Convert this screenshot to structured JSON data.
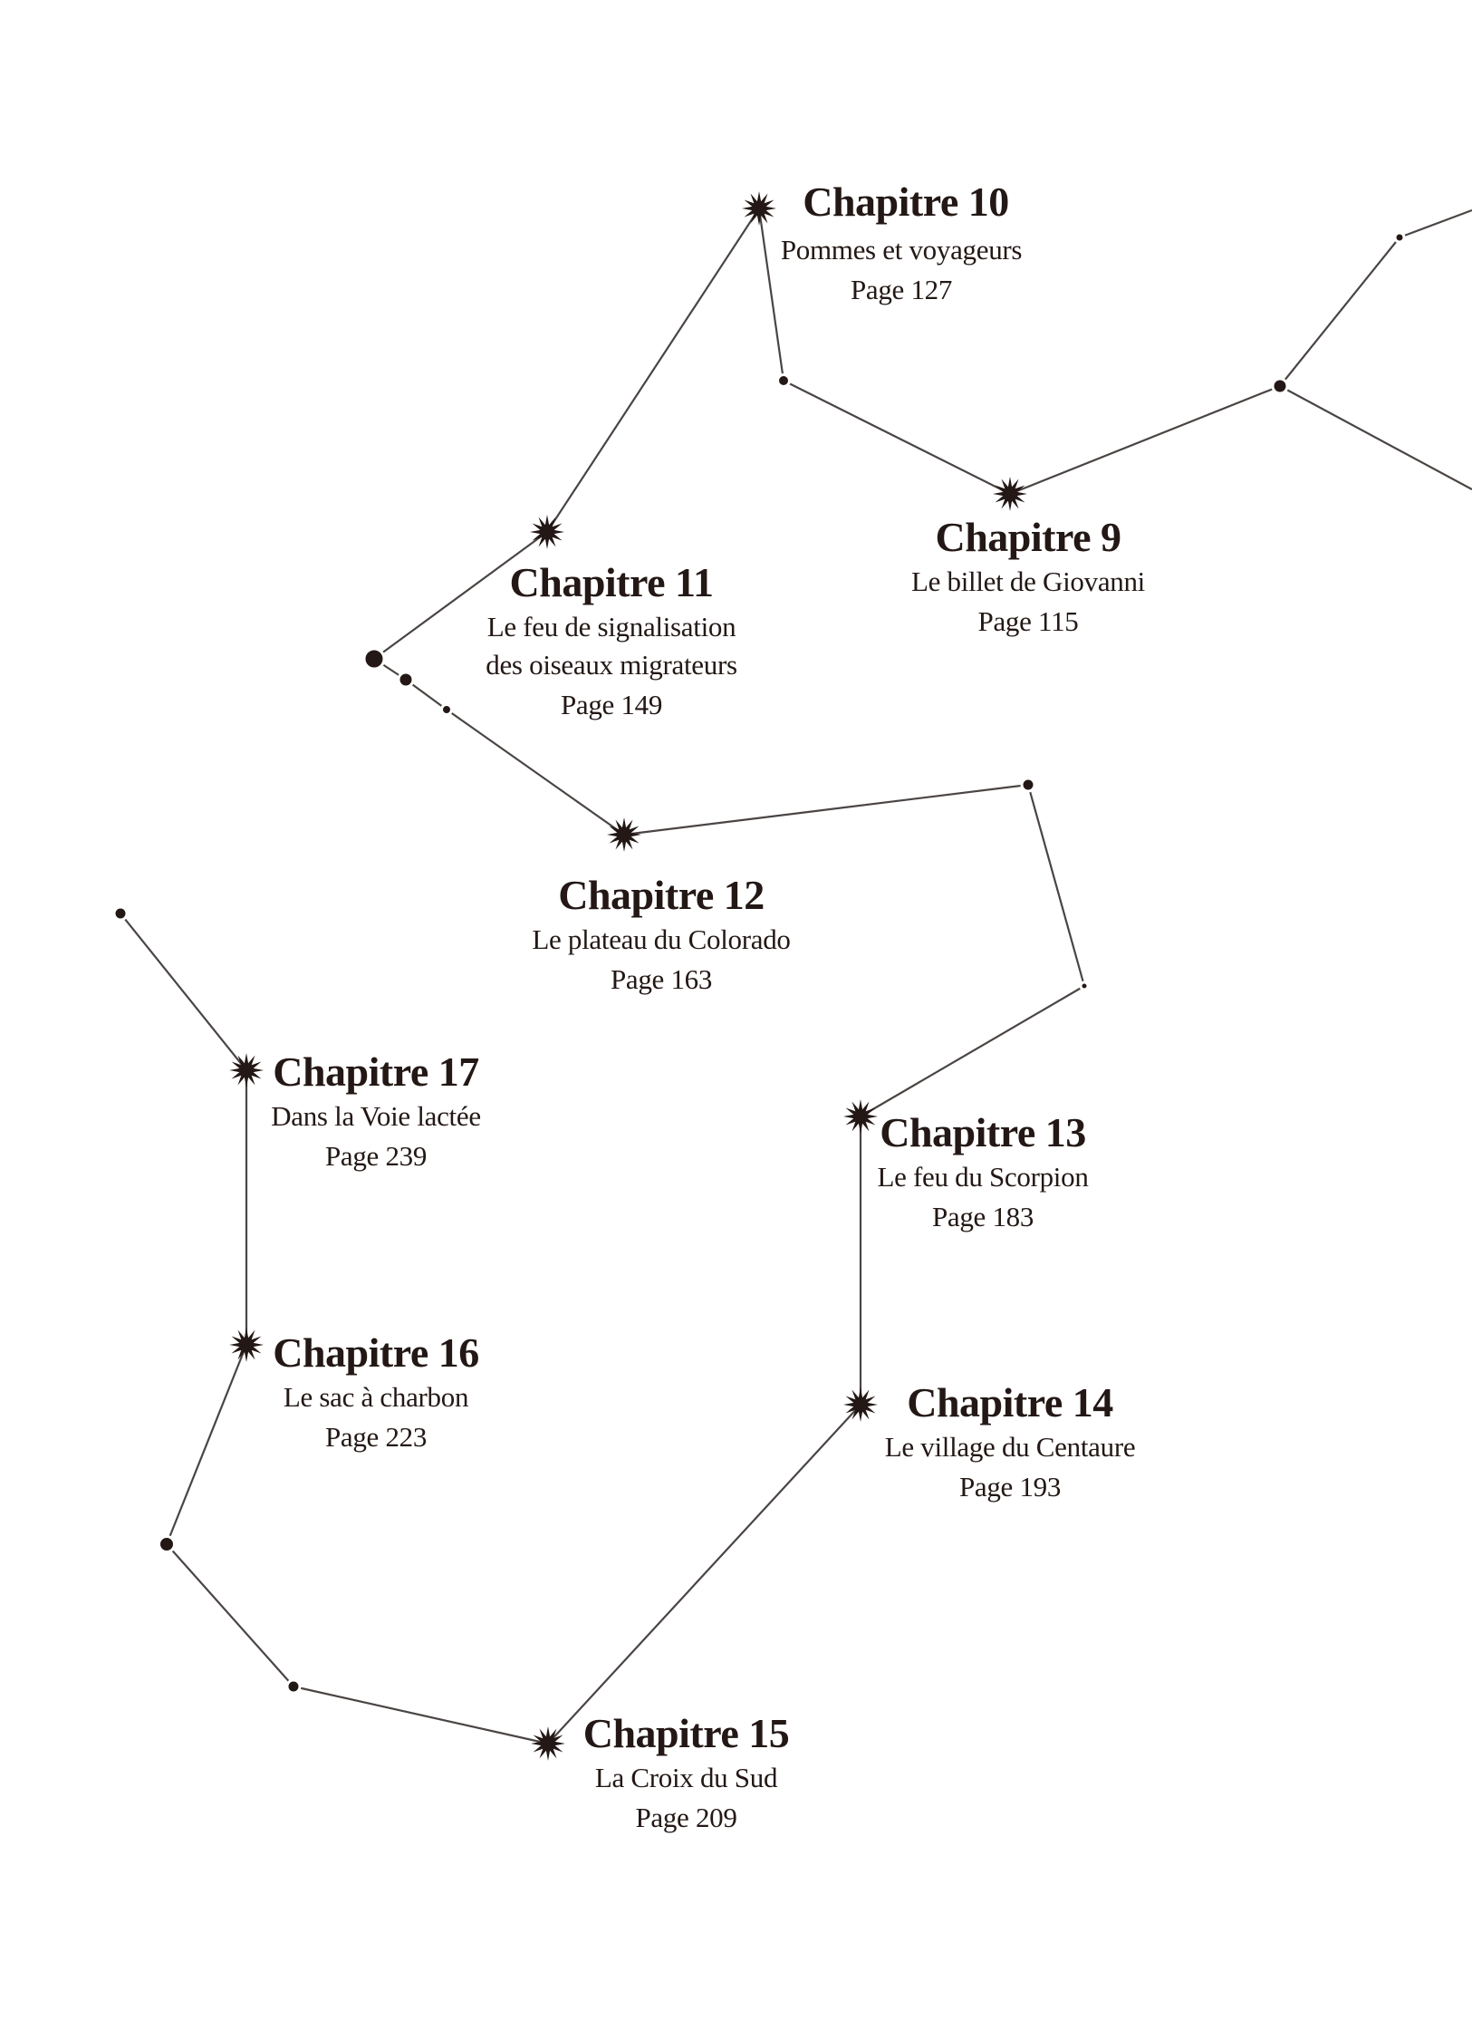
{
  "colors": {
    "ink": "#231815",
    "line": "#4a4543",
    "background": "#ffffff"
  },
  "chapters": [
    {
      "id": "ch9",
      "title": "Chapitre 9",
      "subtitle": [
        "Le billet de Giovanni"
      ],
      "page": "Page 115"
    },
    {
      "id": "ch10",
      "title": "Chapitre 10",
      "subtitle": [
        "Pommes et voyageurs"
      ],
      "page": "Page 127"
    },
    {
      "id": "ch11",
      "title": "Chapitre 11",
      "subtitle": [
        "Le feu de signalisation",
        "des oiseaux migrateurs"
      ],
      "page": "Page 149"
    },
    {
      "id": "ch12",
      "title": "Chapitre 12",
      "subtitle": [
        "Le plateau du Colorado"
      ],
      "page": "Page 163"
    },
    {
      "id": "ch13",
      "title": "Chapitre 13",
      "subtitle": [
        "Le feu du Scorpion"
      ],
      "page": "Page 183"
    },
    {
      "id": "ch14",
      "title": "Chapitre 14",
      "subtitle": [
        "Le village du Centaure"
      ],
      "page": "Page 193"
    },
    {
      "id": "ch15",
      "title": "Chapitre 15",
      "subtitle": [
        "La Croix du Sud"
      ],
      "page": "Page 209"
    },
    {
      "id": "ch16",
      "title": "Chapitre 16",
      "subtitle": [
        "Le sac à charbon"
      ],
      "page": "Page 223"
    },
    {
      "id": "ch17",
      "title": "Chapitre 17",
      "subtitle": [
        "Dans la Voie lactée"
      ],
      "page": "Page 239"
    }
  ],
  "icons": {
    "chapter_marker": "star-burst-icon",
    "waypoint": "dot-icon"
  }
}
